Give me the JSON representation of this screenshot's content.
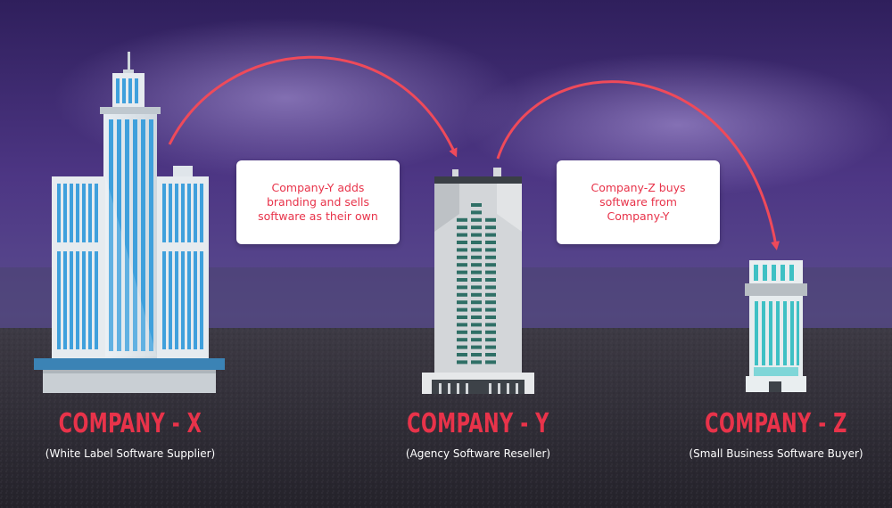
{
  "callouts": {
    "y_adds": "Company-Y adds\nbranding and sells\nsoftware as their own",
    "z_buys": "Company-Z buys\nsoftware from\nCompany-Y"
  },
  "companies": {
    "x": {
      "title": "COMPANY - X",
      "subtitle": "(White Label Software Supplier)"
    },
    "y": {
      "title": "COMPANY - Y",
      "subtitle": "(Agency Software Reseller)"
    },
    "z": {
      "title": "COMPANY - Z",
      "subtitle": "(Small Business Software Buyer)"
    }
  },
  "colors": {
    "accent": "#e8334a",
    "arrow": "#ef4a5a",
    "sky_top": "#3a2466",
    "ground": "#2c2a33"
  }
}
